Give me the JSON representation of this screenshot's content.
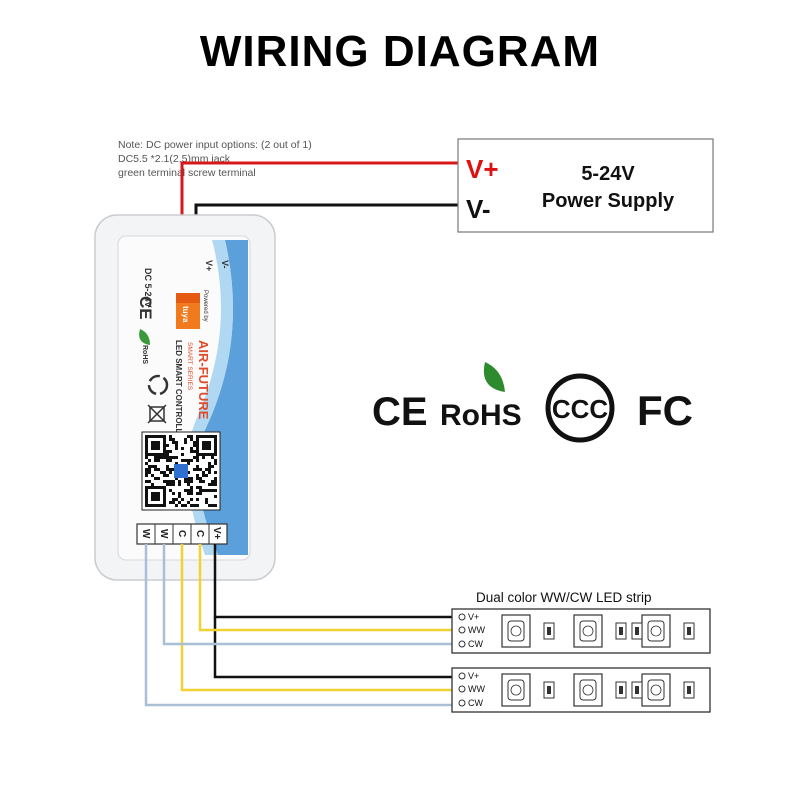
{
  "title": "WIRING DIAGRAM",
  "note": {
    "line1": "Note: DC power input options: (2 out of 1)",
    "line2": "DC5.5 *2.1(2.5)mm jack",
    "line3": "green terminal screw terminal"
  },
  "power_supply": {
    "v_plus": "V+",
    "v_minus": "V-",
    "voltage": "5-24V",
    "label": "Power Supply"
  },
  "controller": {
    "powered_by": "Powered by",
    "tuya": "tuya",
    "brand": "AIR-FUTURE",
    "series": "SMART SERIES",
    "product": "LED SMART CONTROLLER",
    "input_label": "DC 5-24V",
    "input_pins": [
      "V+",
      "V-"
    ],
    "terminals": [
      "W",
      "W",
      "C",
      "C",
      "V+"
    ],
    "ce": "CE",
    "rohs": "RoHS"
  },
  "certifications": [
    "CE",
    "RoHS",
    "CCC",
    "FC"
  ],
  "strip": {
    "title": "Dual color WW/CW LED strip",
    "pins": [
      "V+",
      "WW",
      "CW"
    ]
  },
  "colors": {
    "red_wire": "#d81818",
    "black_wire": "#111111",
    "yellow_wire": "#f2d232",
    "blue_wire": "#a9bfd6",
    "ps_red": "#e01010"
  }
}
